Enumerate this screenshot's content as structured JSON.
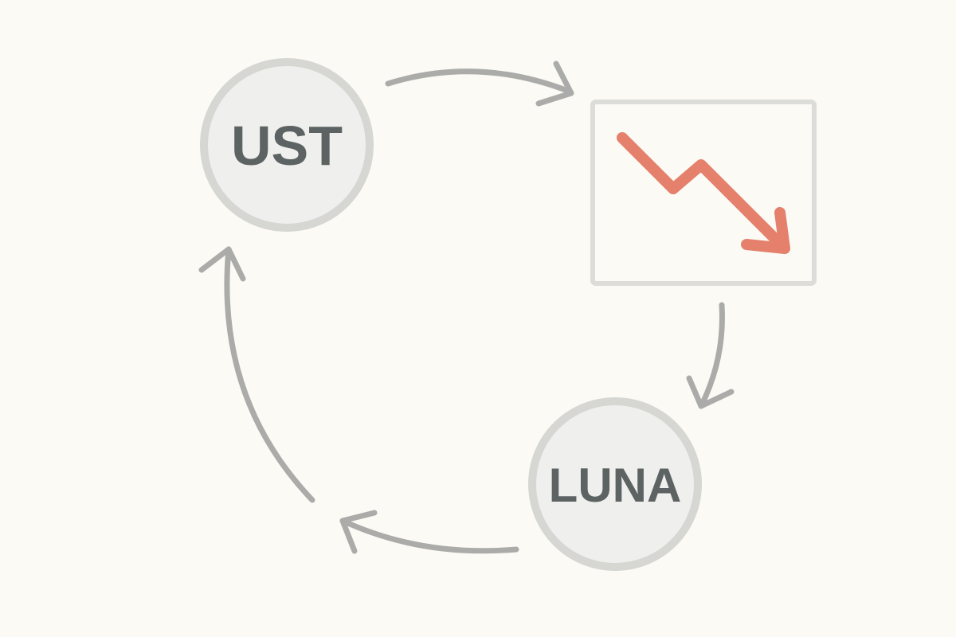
{
  "diagram": {
    "type": "cycle",
    "nodes": [
      {
        "id": "ust",
        "label": "UST",
        "shape": "circle"
      },
      {
        "id": "price-chart",
        "label": "",
        "shape": "box",
        "icon": "trending-down-icon"
      },
      {
        "id": "luna",
        "label": "LUNA",
        "shape": "circle"
      }
    ],
    "edges": [
      {
        "from": "ust",
        "to": "price-chart"
      },
      {
        "from": "price-chart",
        "to": "luna"
      },
      {
        "from": "luna",
        "to": "ust"
      }
    ]
  },
  "colors": {
    "background": "#fbfaf5",
    "node_fill": "#efefee",
    "node_stroke": "#d6d6d3",
    "label": "#5d6363",
    "arrow": "#ababa9",
    "trend_line": "#e4806c"
  }
}
